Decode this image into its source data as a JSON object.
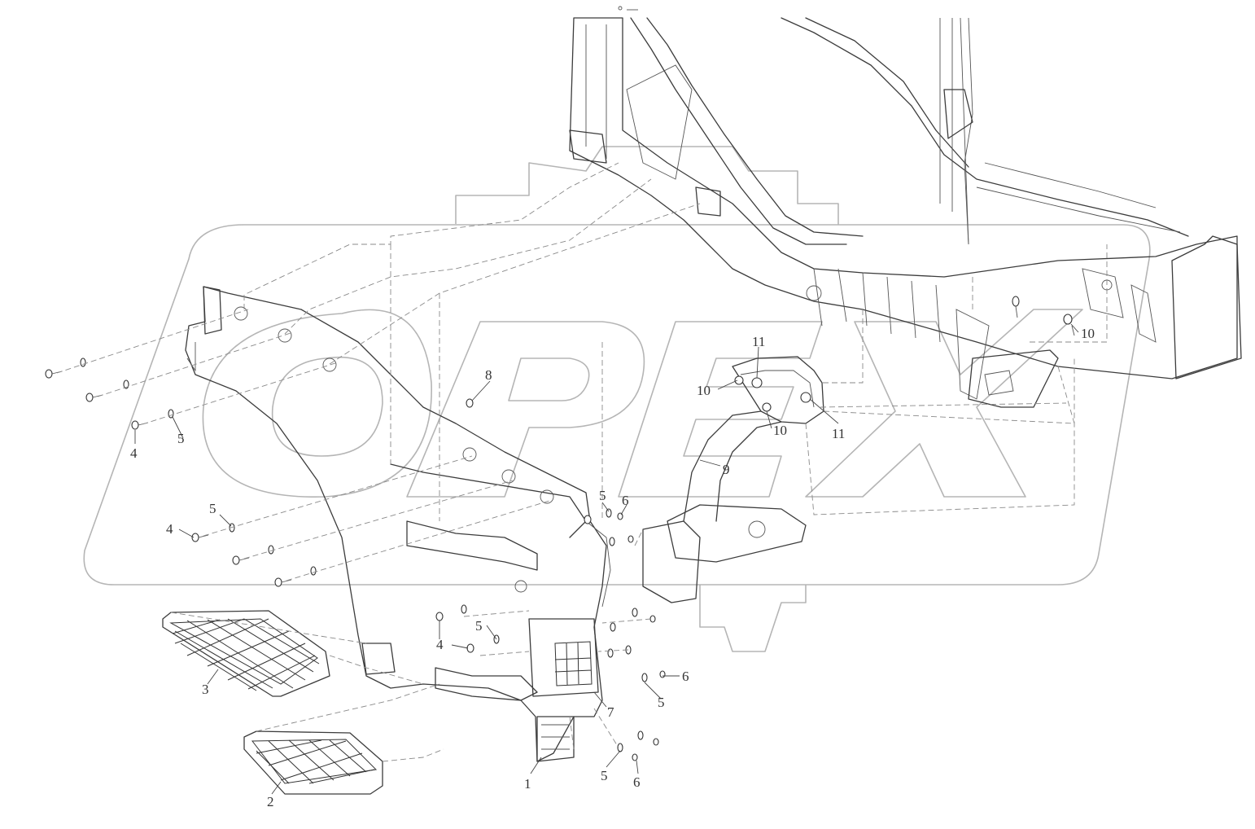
{
  "diagram": {
    "callouts": [
      {
        "id": "c1",
        "label": "1"
      },
      {
        "id": "c2",
        "label": "2"
      },
      {
        "id": "c3",
        "label": "3"
      },
      {
        "id": "c4a",
        "label": "4"
      },
      {
        "id": "c4b",
        "label": "4"
      },
      {
        "id": "c4c",
        "label": "4"
      },
      {
        "id": "c5a",
        "label": "5"
      },
      {
        "id": "c5b",
        "label": "5"
      },
      {
        "id": "c5c",
        "label": "5"
      },
      {
        "id": "c5d",
        "label": "5"
      },
      {
        "id": "c5e",
        "label": "5"
      },
      {
        "id": "c5f",
        "label": "5"
      },
      {
        "id": "c6a",
        "label": "6"
      },
      {
        "id": "c6b",
        "label": "6"
      },
      {
        "id": "c6c",
        "label": "6"
      },
      {
        "id": "c7",
        "label": "7"
      },
      {
        "id": "c8",
        "label": "8"
      },
      {
        "id": "c9",
        "label": "9"
      },
      {
        "id": "c10a",
        "label": "10"
      },
      {
        "id": "c10b",
        "label": "10"
      },
      {
        "id": "c10c",
        "label": "10"
      },
      {
        "id": "c11a",
        "label": "11"
      },
      {
        "id": "c11b",
        "label": "11"
      }
    ]
  },
  "watermark": {
    "text": "OPEX"
  }
}
